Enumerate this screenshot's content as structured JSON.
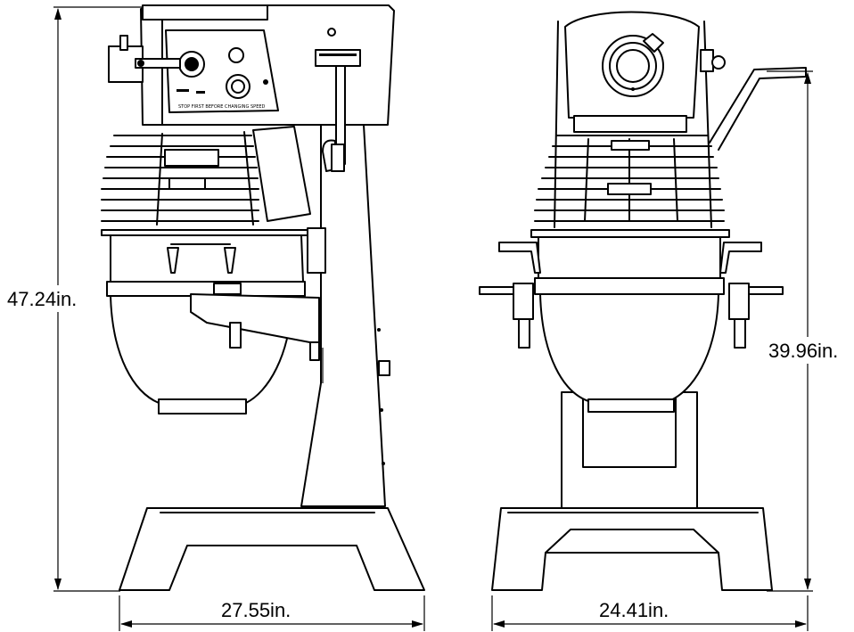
{
  "dimensions": {
    "left_height": "47.24in.",
    "right_height": "39.96in.",
    "left_width": "27.55in.",
    "right_width": "24.41in."
  }
}
